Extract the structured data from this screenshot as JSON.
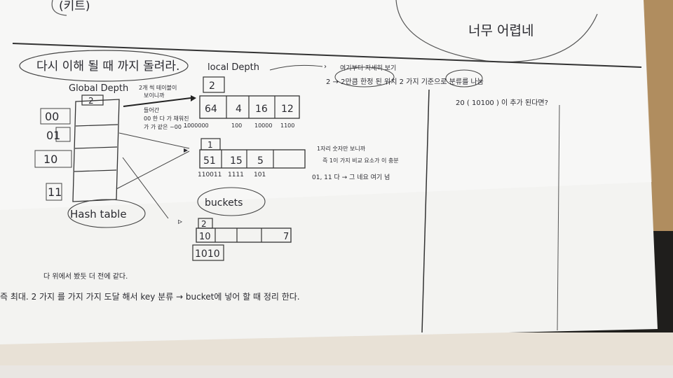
{
  "paper": {
    "top_left_text": "(키트)",
    "top_right_text": "너무 어렵네",
    "section_title": "다시 이해 될 때 까지 돌려라.",
    "global_depth_label": "Global Depth",
    "global_depth_value": "2",
    "local_depth_label": "local Depth",
    "local_depth_value": "2",
    "directory_keys": [
      "00",
      "01",
      "10",
      "11"
    ],
    "arrow_note_lines": [
      "2개 씩 테이블이",
      "보이니까",
      "들어간",
      "00 한 다 가 채워진",
      "가 가 같은 ~00 ~"
    ],
    "bucket1_values": [
      "64",
      "4",
      "16",
      "12"
    ],
    "bucket1_binaries": [
      "1000000",
      "100",
      "10000",
      "1100"
    ],
    "bucket2_depth": "1",
    "bucket2_values": [
      "51",
      "15",
      "5",
      ""
    ],
    "bucket2_binaries": [
      "110011",
      "1111",
      "101"
    ],
    "side_note_lines": [
      "1자리 숫자만 보니까",
      "즉 1이 가지 비교 요소가 이 충분",
      "01, 11 다 → 그 네요 여기 넘"
    ],
    "hash_table_label": "Hash table",
    "buckets_label": "buckets",
    "bucket3_depth": "2",
    "bucket3_values": [
      "10",
      "",
      "",
      "7"
    ],
    "bucket3_binary": "1010",
    "right_top_note": "여기부터 자세히 보기",
    "right_arrow_note": "2 → 2만큼 한정 된 위치 2 가지 기준으로 분류를 나눔",
    "right_question": "20 ( 10100 ) 이 추가 된다면?",
    "bottom_note1": "다 위에서 봤듯 더 전에 같다.",
    "bottom_note2": "즉 최대. 2 가지 를 가지 가지 도달 해서 key 분류 → bucket에 넣어 할 때 정리 한다."
  }
}
